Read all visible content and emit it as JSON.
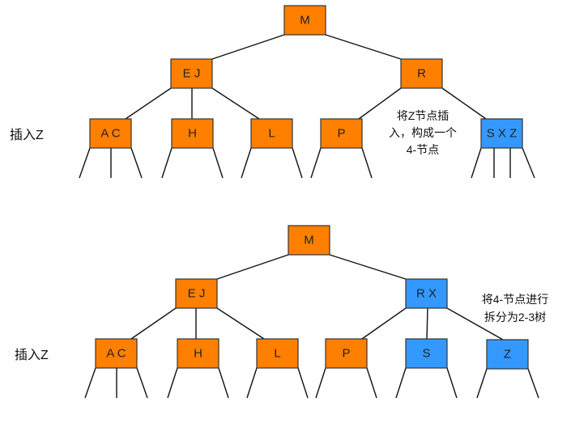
{
  "colors": {
    "orange": "#ff8000",
    "blue": "#3399ff"
  },
  "top": {
    "side_label": "插入Z",
    "note_lines": [
      "将Z节点插",
      "入，构成一个",
      "4-节点"
    ],
    "nodes": {
      "m": "M",
      "ej": "E J",
      "r": "R",
      "ac": "A C",
      "h": "H",
      "l": "L",
      "p": "P",
      "sxz": "S X Z"
    }
  },
  "bottom": {
    "side_label": "插入Z",
    "note_lines": [
      "将4-节点进行",
      "拆分为2-3树"
    ],
    "nodes": {
      "m": "M",
      "ej": "E J",
      "rx": "R X",
      "ac": "A C",
      "h": "H",
      "l": "L",
      "p": "P",
      "s": "S",
      "z": "Z"
    }
  }
}
